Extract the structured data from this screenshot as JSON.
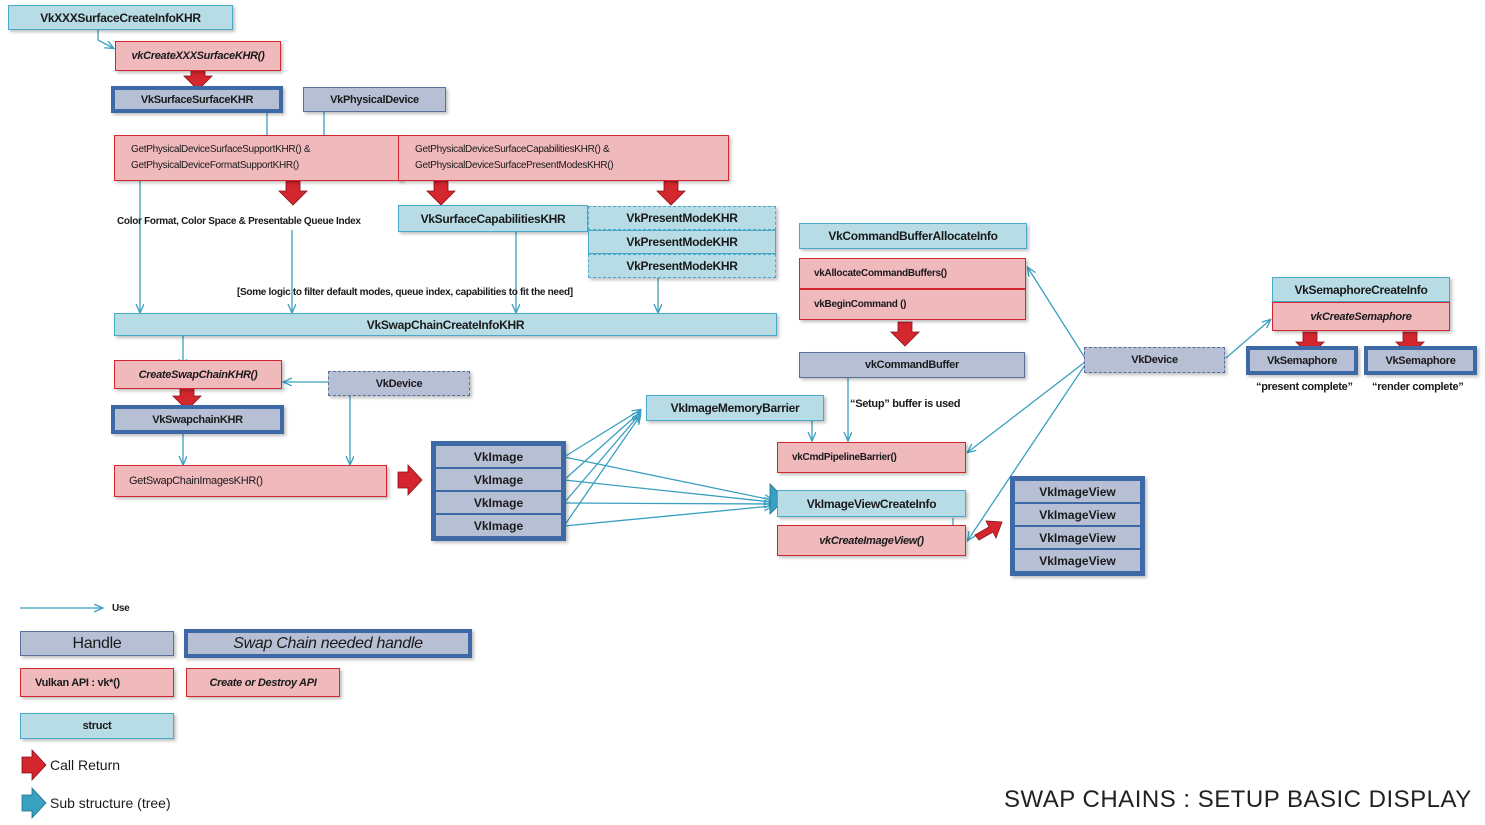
{
  "title": "SWAP CHAINS : SETUP BASIC DISPLAY",
  "nodes": {
    "surface_create_info": "VkXXXSurfaceCreateInfoKHR",
    "create_surface": "vkCreateXXXSurfaceKHR()",
    "surface": "VkSurfaceSurfaceKHR",
    "physical_device": "VkPhysicalDevice",
    "support_line1": "GetPhysicalDeviceSurfaceSupportKHR() &",
    "support_line2": "GetPhysicalDeviceFormatSupportKHR()",
    "caps_line1": "GetPhysicalDeviceSurfaceCapabilitiesKHR() &",
    "caps_line2": "GetPhysicalDeviceSurfacePresentModesKHR()",
    "surface_caps": "VkSurfaceCapabilitiesKHR",
    "present_modes": [
      "VkPresentModeKHR",
      "VkPresentModeKHR",
      "VkPresentModeKHR"
    ],
    "swapchain_create_info": "VkSwapChainCreateInfoKHR",
    "create_swapchain": "CreateSwapChainKHR()",
    "device1": "VkDevice",
    "swapchain": "VkSwapchainKHR",
    "get_images": "GetSwapChainImagesKHR()",
    "images": [
      "VkImage",
      "VkImage",
      "VkImage",
      "VkImage"
    ],
    "image_memory_barrier": "VkImageMemoryBarrier",
    "cmdbuf_alloc_info": "VkCommandBufferAllocateInfo",
    "alloc_cmdbufs": "vkAllocateCommandBuffers()",
    "begin_command": "vkBeginCommand ()",
    "command_buffer": "vkCommandBuffer",
    "pipeline_barrier": "vkCmdPipelineBarrier()",
    "imageview_create_info": "VkImageViewCreateInfo",
    "create_imageview": "vkCreateImageView()",
    "image_views": [
      "VkImageView",
      "VkImageView",
      "VkImageView",
      "VkImageView"
    ],
    "device2": "VkDevice",
    "semaphore_create_info": "VkSemaphoreCreateInfo",
    "create_semaphore": "vkCreateSemaphore",
    "semaphore1": "VkSemaphore",
    "semaphore2": "VkSemaphore"
  },
  "labels": {
    "color_format": "Color Format, Color Space & Presentable Queue Index",
    "logic": "[Some logic to filter default modes, queue index, capabilities to fit the need]",
    "setup_buffer": "“Setup” buffer is used",
    "present_complete": "“present complete”",
    "render_complete": "“render complete”"
  },
  "legend": {
    "use": "Use",
    "handle": "Handle",
    "swap_handle": "Swap Chain needed handle",
    "vulkan_api": "Vulkan API : vk*()",
    "create_destroy": "Create or Destroy API",
    "struct": "struct",
    "call_return": "Call Return",
    "sub_structure": "Sub structure (tree)"
  },
  "colors": {
    "struct_fill": "#b8dce6",
    "struct_border": "#4aa9c8",
    "api_fill": "#f0b9bc",
    "api_border": "#d4262f",
    "handle_fill": "#b7bfd5",
    "handle_border": "#5b6f9d",
    "swap_border": "#3d6aa6",
    "arrow_use": "#3aa0c0",
    "arrow_call": "#d4262f"
  }
}
